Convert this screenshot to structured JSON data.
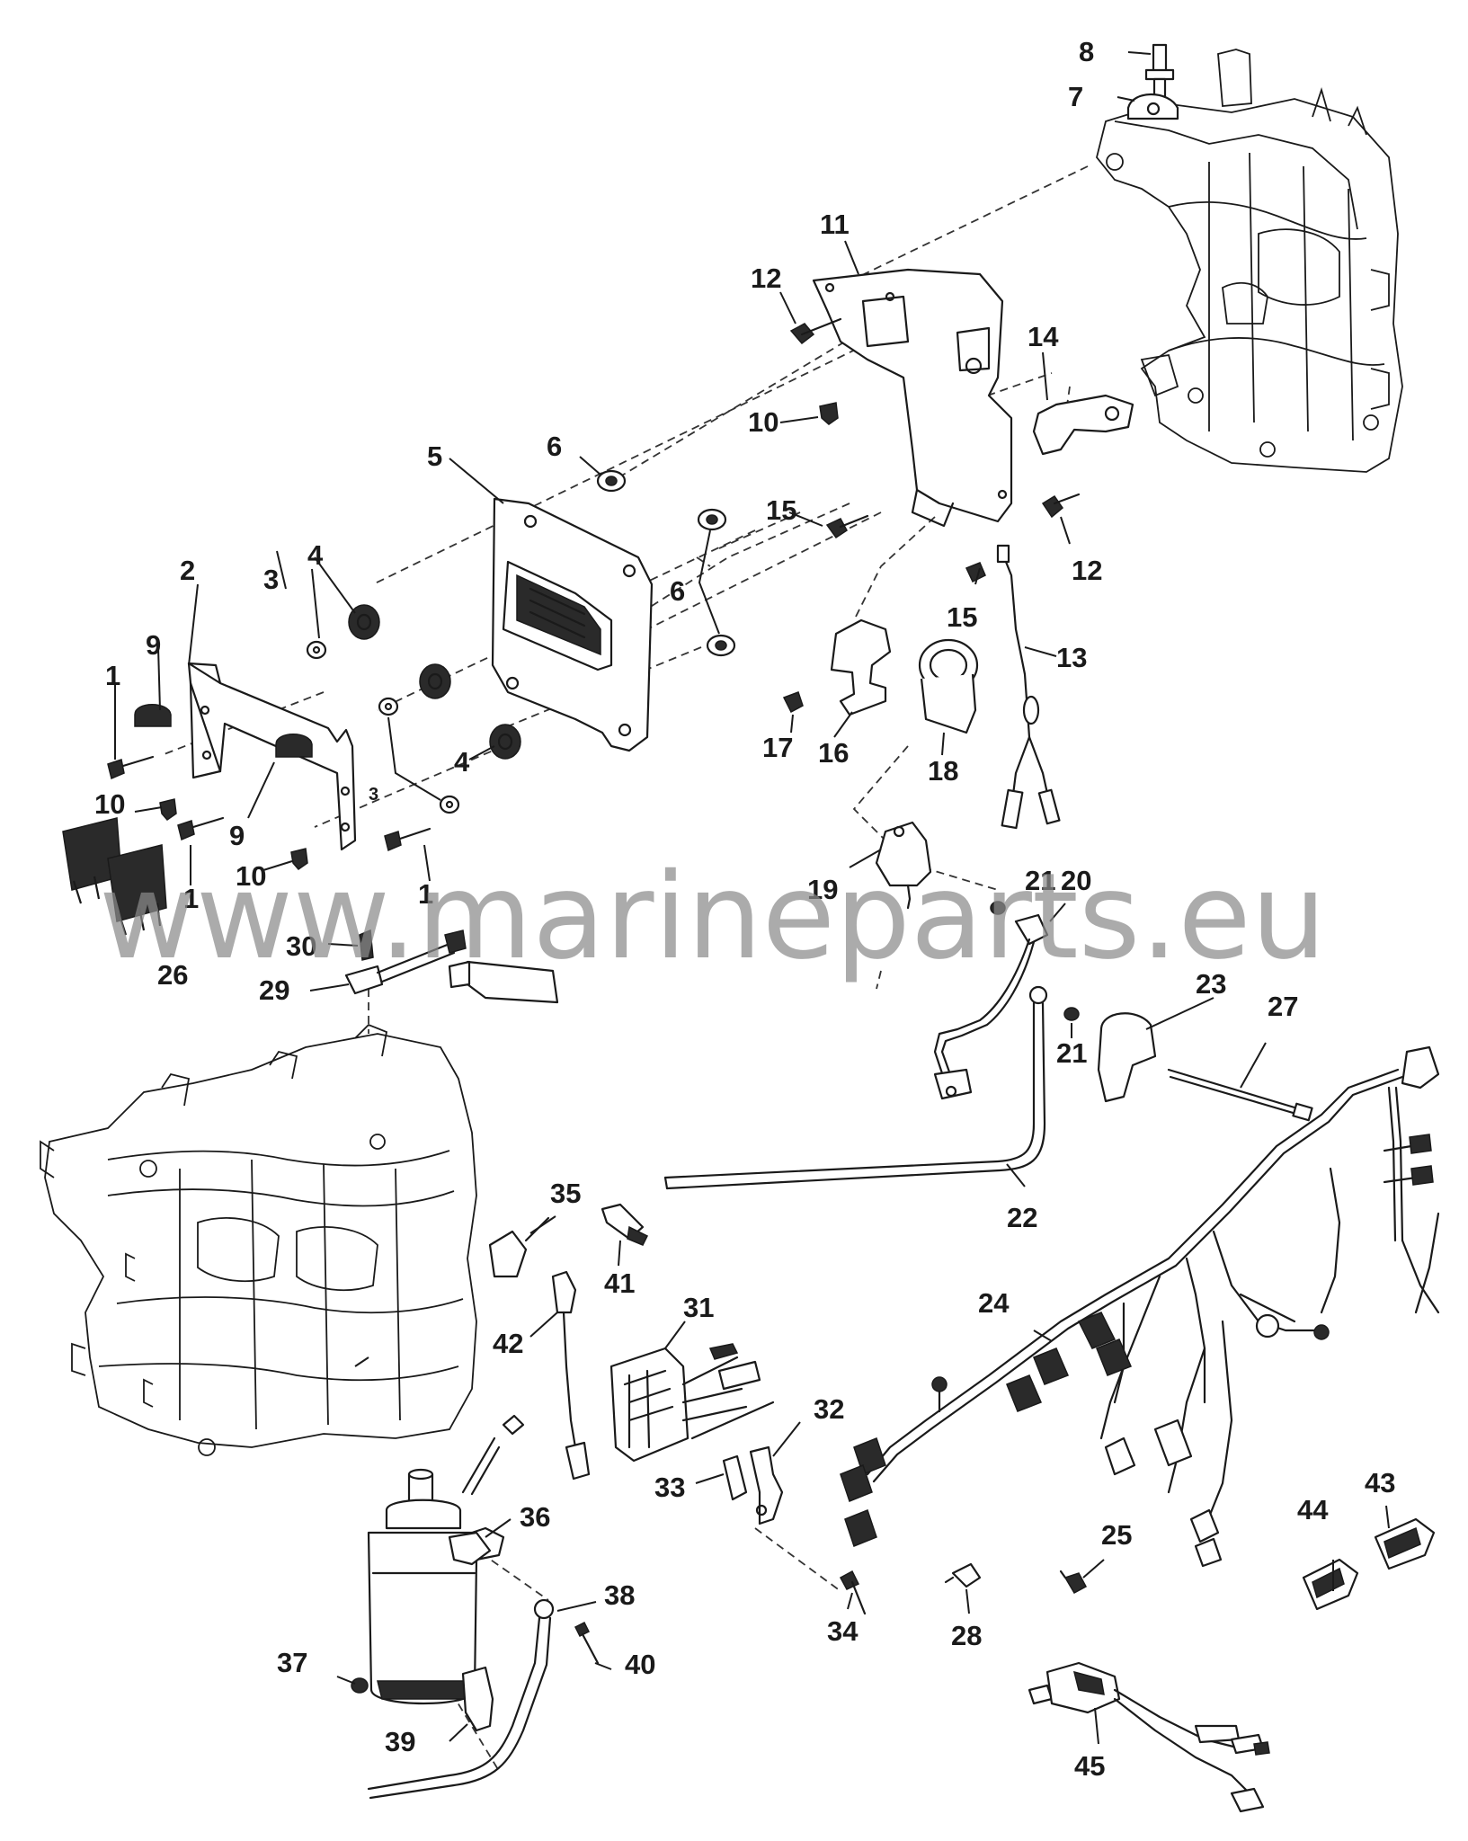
{
  "watermark": "www.marineparts.eu",
  "callouts": {
    "n1a": "1",
    "n1b": "1",
    "n1c": "1",
    "n2": "2",
    "n3a": "3",
    "n3b": "3",
    "n4a": "4",
    "n4b": "4",
    "n5": "5",
    "n6a": "6",
    "n6b": "6",
    "n7": "7",
    "n8": "8",
    "n9a": "9",
    "n9b": "9",
    "n10a": "10",
    "n10b": "10",
    "n10c": "10",
    "n11": "11",
    "n12a": "12",
    "n12b": "12",
    "n13": "13",
    "n14": "14",
    "n15a": "15",
    "n15b": "15",
    "n16": "16",
    "n17": "17",
    "n18": "18",
    "n19": "19",
    "n20": "20",
    "n21a": "21",
    "n21b": "21",
    "n22": "22",
    "n23": "23",
    "n24": "24",
    "n25": "25",
    "n26": "26",
    "n27": "27",
    "n28": "28",
    "n29": "29",
    "n30": "30",
    "n31": "31",
    "n32": "32",
    "n33": "33",
    "n34": "34",
    "n35": "35",
    "n36": "36",
    "n37": "37",
    "n38": "38",
    "n39": "39",
    "n40": "40",
    "n41": "41",
    "n42": "42",
    "n43": "43",
    "n44": "44",
    "n45": "45"
  }
}
